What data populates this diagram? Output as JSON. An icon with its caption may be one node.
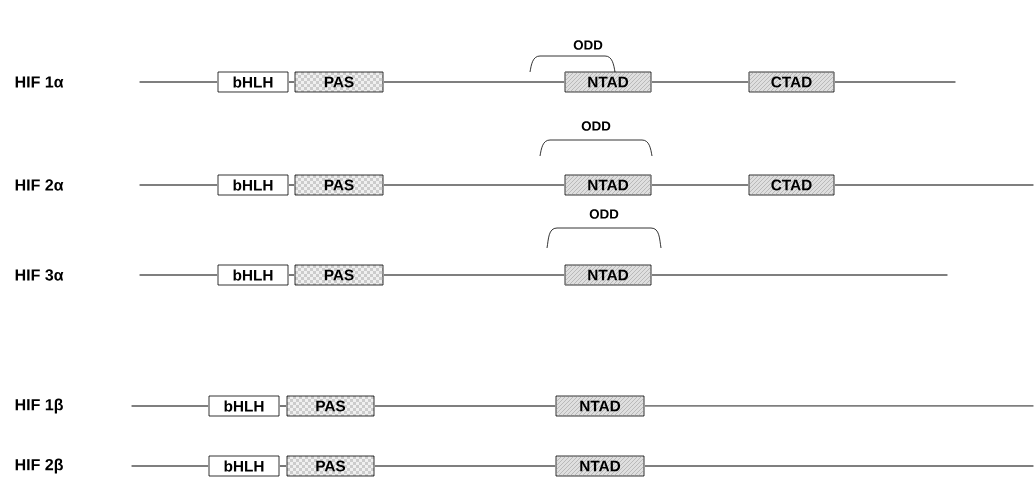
{
  "diagram": {
    "nodes": [
      {
        "text": [
          "bHLH"
        ]
      },
      {
        "text": [
          "PAS"
        ]
      },
      {
        "text": [
          "NTAD"
        ]
      },
      {
        "text": [
          "CTAD"
        ]
      },
      {
        "text": [
          "bHLH"
        ]
      },
      {
        "text": [
          "PAS"
        ]
      },
      {
        "text": [
          "NTAD"
        ]
      },
      {
        "text": [
          "CTAD"
        ]
      },
      {
        "text": [
          "bHLH"
        ]
      },
      {
        "text": [
          "PAS"
        ]
      },
      {
        "text": [
          "NTAD"
        ]
      },
      {
        "text": [
          "bHLH"
        ]
      },
      {
        "text": [
          "PAS"
        ]
      },
      {
        "text": [
          "NTAD"
        ]
      },
      {
        "text": [
          "bHLH"
        ]
      },
      {
        "text": [
          "PAS"
        ]
      },
      {
        "text": [
          "NTAD"
        ]
      }
    ],
    "edges": [
      {
        "from": null,
        "to": 0,
        "arrow": "none"
      },
      {
        "from": 0,
        "to": 1,
        "arrow": "none"
      },
      {
        "from": 1,
        "to": 2,
        "arrow": "none"
      },
      {
        "from": 2,
        "to": 3,
        "arrow": "none"
      },
      {
        "from": 3,
        "to": null,
        "arrow": "none"
      },
      {
        "from": null,
        "to": 4,
        "arrow": "none"
      },
      {
        "from": 4,
        "to": 5,
        "arrow": "none"
      },
      {
        "from": 5,
        "to": 6,
        "arrow": "none"
      },
      {
        "from": 6,
        "to": 7,
        "arrow": "none"
      },
      {
        "from": 7,
        "to": null,
        "arrow": "none"
      },
      {
        "from": null,
        "to": 8,
        "arrow": "none"
      },
      {
        "from": 8,
        "to": 9,
        "arrow": "none"
      },
      {
        "from": 9,
        "to": 10,
        "arrow": "none"
      },
      {
        "from": 10,
        "to": null,
        "arrow": "none"
      },
      {
        "from": null,
        "to": 11,
        "arrow": "none"
      },
      {
        "from": 11,
        "to": 12,
        "arrow": "none"
      },
      {
        "from": 12,
        "to": 13,
        "arrow": "none"
      },
      {
        "from": 13,
        "to": null,
        "arrow": "none"
      },
      {
        "from": null,
        "to": 14,
        "arrow": "none"
      },
      {
        "from": 14,
        "to": 15,
        "arrow": "none"
      },
      {
        "from": 15,
        "to": 16,
        "arrow": "none"
      },
      {
        "from": 16,
        "to": null,
        "arrow": "none"
      }
    ],
    "labels": [
      "ODD",
      "HIF 1α",
      "ODD",
      "HIF 2α",
      "ODD",
      "HIF 3α",
      "HIF 1β",
      "HIF 2β"
    ]
  }
}
